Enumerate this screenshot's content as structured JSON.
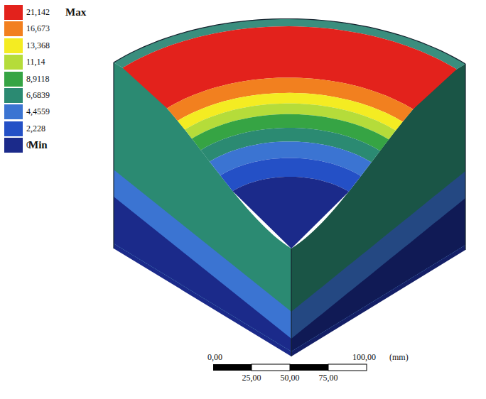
{
  "diagram": {
    "labels": [
      "Max",
      "Min",
      "0,00",
      "100,00",
      "(mm)",
      "25,00",
      "50,00",
      "75,00"
    ],
    "legend": [
      {
        "text": "21,142",
        "color": "#e3221c"
      },
      {
        "text": "16,673",
        "color": "#f2801f"
      },
      {
        "text": "13,368",
        "color": "#f4ec22"
      },
      {
        "text": "11,14",
        "color": "#b5dc3a"
      },
      {
        "text": "8,9118",
        "color": "#36a444"
      },
      {
        "text": "6,6839",
        "color": "#2b8a72"
      },
      {
        "text": "4,4559",
        "color": "#3b74d2"
      },
      {
        "text": "2,228",
        "color": "#2450c6"
      },
      {
        "text": "0",
        "color": "#1b2a8a"
      }
    ]
  }
}
